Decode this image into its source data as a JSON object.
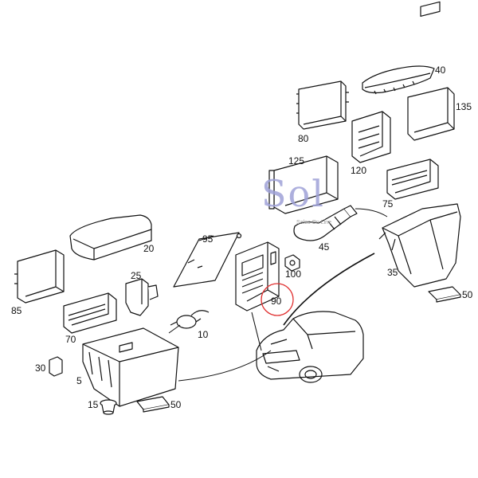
{
  "logo": {
    "text": "Sol",
    "subtitle": "Sales On Line"
  },
  "highlight_color": "#e03030",
  "parts": [
    {
      "id": "p80",
      "label": "80",
      "name": "control-unit"
    },
    {
      "id": "p40",
      "label": "40",
      "name": "instrument-cover"
    },
    {
      "id": "p135",
      "label": "135",
      "name": "control-module"
    },
    {
      "id": "p120",
      "label": "120",
      "name": "control-unit"
    },
    {
      "id": "p125",
      "label": "125",
      "name": "bracket"
    },
    {
      "id": "p75",
      "label": "75",
      "name": "relay-module"
    },
    {
      "id": "p45",
      "label": "45",
      "name": "duct-hose"
    },
    {
      "id": "p95",
      "label": "95",
      "name": "mounting-bracket"
    },
    {
      "id": "p20",
      "label": "20",
      "name": "box-cover"
    },
    {
      "id": "p85",
      "label": "85",
      "name": "control-unit"
    },
    {
      "id": "p25",
      "label": "25",
      "name": "connector"
    },
    {
      "id": "p100",
      "label": "100",
      "name": "nut"
    },
    {
      "id": "p90",
      "label": "90",
      "name": "fuse-relay-box"
    },
    {
      "id": "p35",
      "label": "35",
      "name": "housing"
    },
    {
      "id": "p50a",
      "label": "50",
      "name": "pad"
    },
    {
      "id": "p70",
      "label": "70",
      "name": "relay-module"
    },
    {
      "id": "p10",
      "label": "10",
      "name": "valve"
    },
    {
      "id": "p30",
      "label": "30",
      "name": "clip"
    },
    {
      "id": "p5",
      "label": "5",
      "name": "housing"
    },
    {
      "id": "p15",
      "label": "15",
      "name": "grommet"
    },
    {
      "id": "p50b",
      "label": "50",
      "name": "pad"
    }
  ]
}
